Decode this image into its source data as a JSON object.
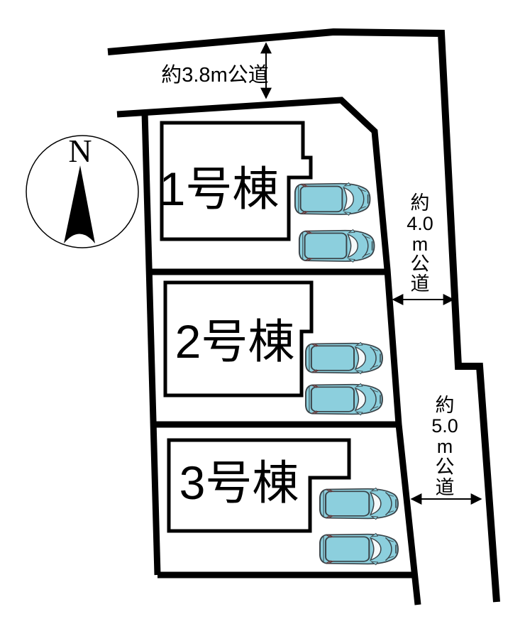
{
  "site_plan": {
    "compass": {
      "label": "N"
    },
    "roads": {
      "north": {
        "label": "約3.8m公道"
      },
      "east_upper": {
        "label": "約4.0m公道",
        "lines": [
          "約",
          "4.0",
          "m",
          "公",
          "道"
        ]
      },
      "east_lower": {
        "label": "約5.0m公道",
        "lines": [
          "約",
          "5.0",
          "m",
          "公",
          "道"
        ]
      }
    },
    "lots": [
      {
        "building_label": "1号棟",
        "car_count": 2
      },
      {
        "building_label": "2号棟",
        "car_count": 2
      },
      {
        "building_label": "3号棟",
        "car_count": 2
      }
    ],
    "colors": {
      "line": "#000000",
      "car_body": "#8ccfdd",
      "car_outline": "#3a4348",
      "windshield": "#f5f9fa",
      "background": "#ffffff"
    }
  }
}
